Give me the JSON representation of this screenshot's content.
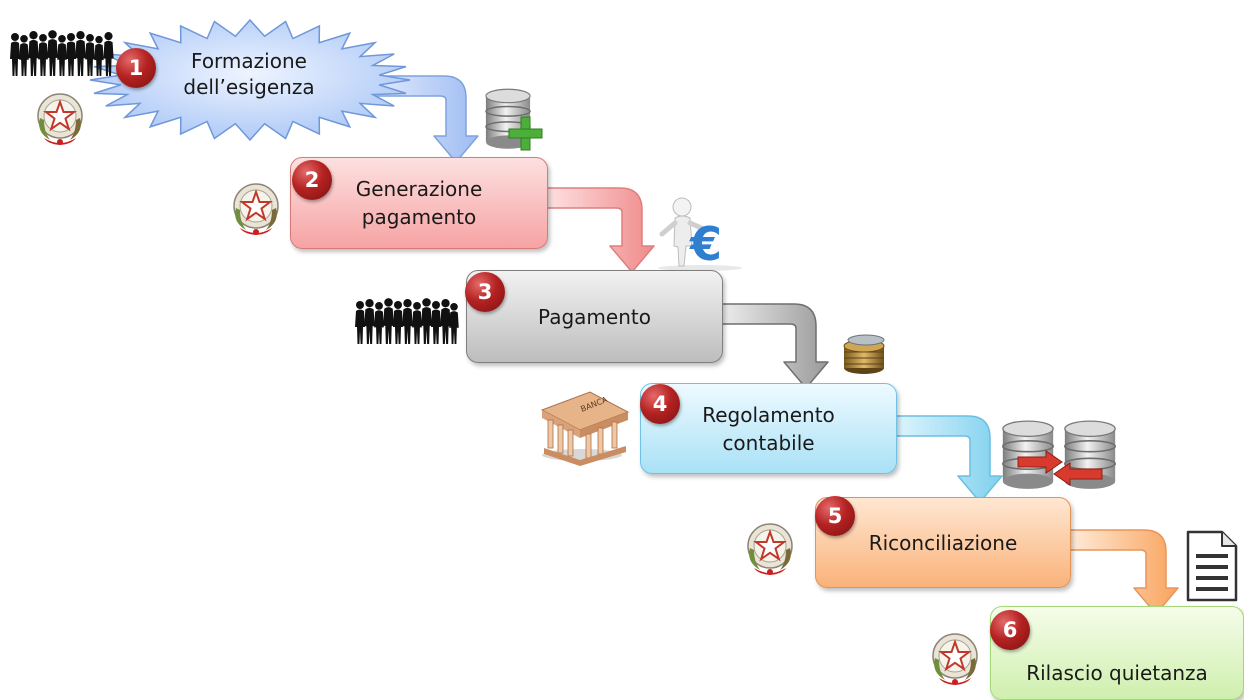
{
  "steps": [
    {
      "number": "1",
      "label": "Formazione dell’esigenza",
      "color": "#cfe0ff"
    },
    {
      "number": "2",
      "label": "Generazione pagamento",
      "color": "#f9b7b7"
    },
    {
      "number": "3",
      "label": "Pagamento",
      "color": "#c9c9c9"
    },
    {
      "number": "4",
      "label": "Regolamento contabile",
      "color": "#c3ecfb"
    },
    {
      "number": "5",
      "label": "Riconciliazione",
      "color": "#fcc89c"
    },
    {
      "number": "6",
      "label": "Rilascio quietanza",
      "color": "#dff6c6"
    }
  ],
  "icons": {
    "crowd": "crowd-icon",
    "emblem": "italian-republic-emblem-icon",
    "database_add": "database-add-icon",
    "euro_figure": "euro-figure-icon",
    "coins": "coins-icon",
    "bank": "bank-icon",
    "database_sync": "database-sync-icon",
    "document": "document-icon"
  },
  "bank_sign": "BANCA"
}
